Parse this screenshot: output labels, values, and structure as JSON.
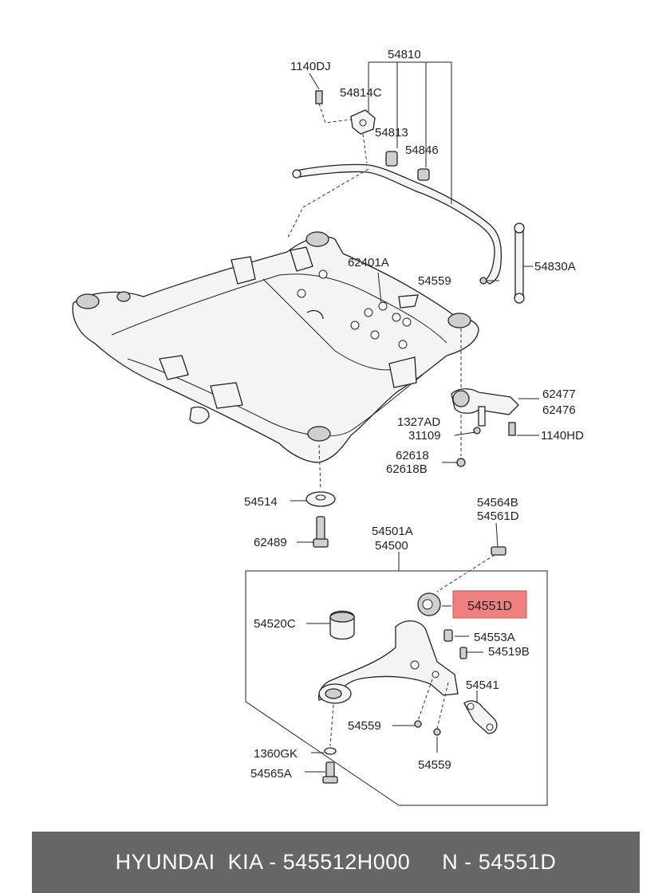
{
  "callouts": {
    "c54810": "54810",
    "c1140DJ": "1140DJ",
    "c54814C": "54814C",
    "c54813": "54813",
    "c54846": "54846",
    "c62401A": "62401A",
    "c54559_top": "54559",
    "c54830A": "54830A",
    "c62477": "62477",
    "c62476": "62476",
    "c1327AD": "1327AD",
    "c31109": "31109",
    "c1140HD": "1140HD",
    "c62618": "62618",
    "c62618B": "62618B",
    "c54514": "54514",
    "c54564B": "54564B",
    "c54561D": "54561D",
    "c62489": "62489",
    "c54501A": "54501A",
    "c54500": "54500",
    "c54551D": "54551D",
    "c54520C": "54520C",
    "c54553A": "54553A",
    "c54519B": "54519B",
    "c54541": "54541",
    "c54559_left": "54559",
    "c1360GK": "1360GK",
    "c54565A": "54565A",
    "c54559_bottom": "54559"
  },
  "highlight_color": "#f08080",
  "footer": {
    "text": "HYUNDAI  KIA - 545512H000     N - 54551D"
  }
}
